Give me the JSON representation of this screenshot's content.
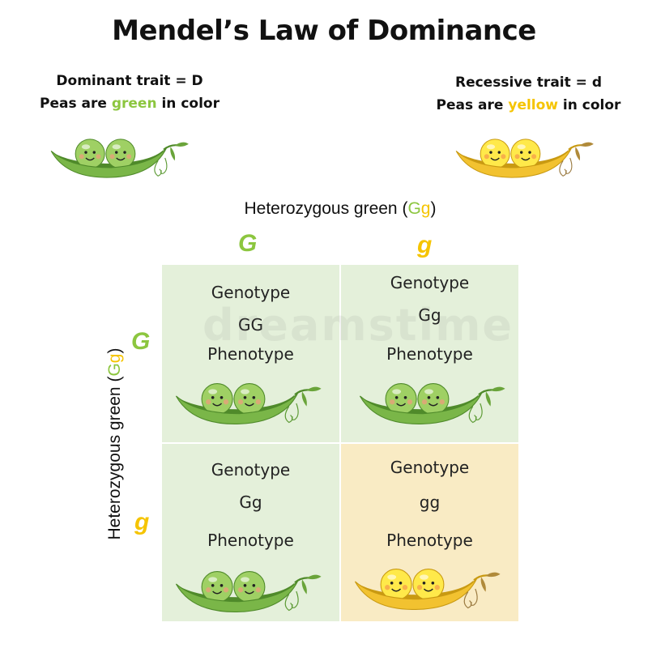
{
  "title": "Mendel’s Law of Dominance",
  "legend": {
    "dominant": {
      "line1": "Dominant trait = D",
      "line2_prefix": "Peas  are ",
      "line2_color_word": "green",
      "line2_suffix": " in color"
    },
    "recessive": {
      "line1": "Recessive trait = d",
      "line2_prefix": "Peas are ",
      "line2_color_word": "yellow",
      "line2_suffix": " in color"
    }
  },
  "axes": {
    "top": {
      "prefix": "Heterozygous green (",
      "G": "G",
      "g": "g",
      "suffix": ")"
    },
    "side": {
      "prefix": "Heterozygous green (",
      "G": "G",
      "g": "g",
      "suffix": ")"
    }
  },
  "alleles": {
    "top_left": "G",
    "top_right": "g",
    "side_top": "G",
    "side_bottom": "g"
  },
  "punnett": [
    {
      "genotype_label": "Genotype",
      "genotype": "GG",
      "phenotype_label": "Phenotype",
      "pea_color": "green"
    },
    {
      "genotype_label": "Genotype",
      "genotype": "Gg",
      "phenotype_label": "Phenotype",
      "pea_color": "green"
    },
    {
      "genotype_label": "Genotype",
      "genotype": "Gg",
      "phenotype_label": "Phenotype",
      "pea_color": "green"
    },
    {
      "genotype_label": "Genotype",
      "genotype": "gg",
      "phenotype_label": "Phenotype",
      "pea_color": "yellow"
    }
  ],
  "colors": {
    "green_allele": "#8cc63f",
    "yellow_allele": "#f5c400",
    "green_cell": "#e4f0da",
    "yellow_cell": "#f9ebc4",
    "green_pod": "#7ab648",
    "green_pea": "#9fd064",
    "yellow_pod": "#f2c230",
    "yellow_pea": "#ffe94a"
  },
  "watermark": "dreamstime"
}
